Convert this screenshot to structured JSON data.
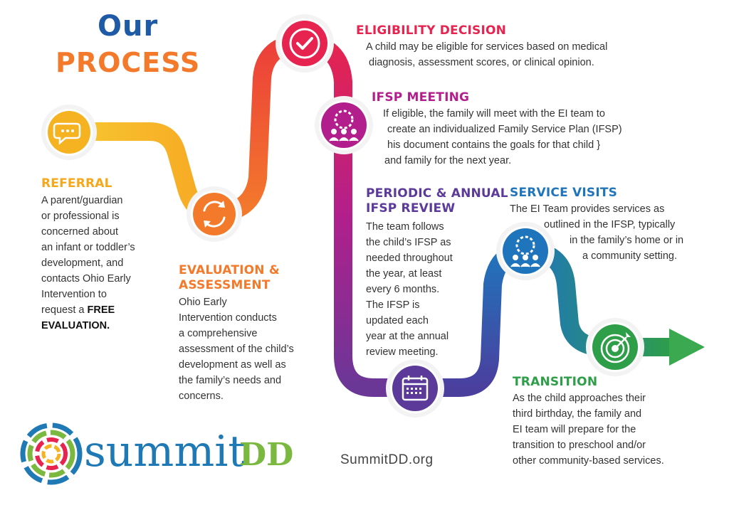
{
  "title": {
    "line1": "Our",
    "line2": "PROCESS"
  },
  "steps": [
    {
      "id": "referral",
      "heading": "REFERRAL",
      "color": "#f5b321",
      "icon": "speech-bubbles-icon",
      "lines": [
        "A parent/guardian",
        "or professional is",
        "concerned about",
        "an infant or toddler’s",
        "development, and",
        "contacts Ohio Early",
        "Intervention to"
      ],
      "bold_lead": "request a ",
      "bold_1": "FREE",
      "bold_2": "EVALUATION."
    },
    {
      "id": "evaluation",
      "heading_1": "EVALUATION &",
      "heading_2": "ASSESSMENT",
      "color": "#f37a2b",
      "icon": "refresh-cycle-icon",
      "lines": [
        "Ohio Early",
        "Intervention conducts",
        "a comprehensive",
        "assessment of the child’s",
        "development as well as",
        "the family’s needs and",
        "concerns."
      ]
    },
    {
      "id": "eligibility",
      "heading": "ELIGIBILITY DECISION",
      "color": "#e6244f",
      "icon": "checkmark-icon",
      "lines": [
        "A child may be eligible for services based on medical",
        "diagnosis, assessment scores, or clinical opinion."
      ]
    },
    {
      "id": "ifsp-meeting",
      "heading": "IFSP MEETING",
      "color": "#b21f8c",
      "icon": "team-gear-icon",
      "lines": [
        "If eligible, the family will meet with the EI team to",
        "create an individualized Family Service Plan (IFSP)",
        "his document contains the goals for that child }",
        "and family for the next year."
      ]
    },
    {
      "id": "periodic-review",
      "heading_1": "PERIODIC & ANNUAL",
      "heading_2": "IFSP REVIEW",
      "color": "#5b3a9a",
      "icon": "calendar-icon",
      "lines": [
        "The team follows",
        "the child’s IFSP as",
        "needed throughout",
        "the year, at least",
        "every 6 months.",
        "The IFSP is",
        "updated each",
        "year at the annual",
        "review meeting."
      ]
    },
    {
      "id": "service-visits",
      "heading": "SERVICE VISITS",
      "color": "#1f75bc",
      "icon": "team-gear-icon",
      "lines": [
        "The EI Team provides services as",
        "outlined in the IFSP, typically",
        "in the family’s home or in",
        "a community setting."
      ]
    },
    {
      "id": "transition",
      "heading": "TRANSITION",
      "color": "#2e9e48",
      "icon": "target-arrow-icon",
      "lines": [
        "As the child approaches their",
        "third birthday, the family and",
        "EI team will prepare for the",
        "transition to preschool and/or",
        "other community-based services."
      ]
    }
  ],
  "logo": {
    "name": "summit",
    "suffix": "DD"
  },
  "website": "SummitDD.org"
}
